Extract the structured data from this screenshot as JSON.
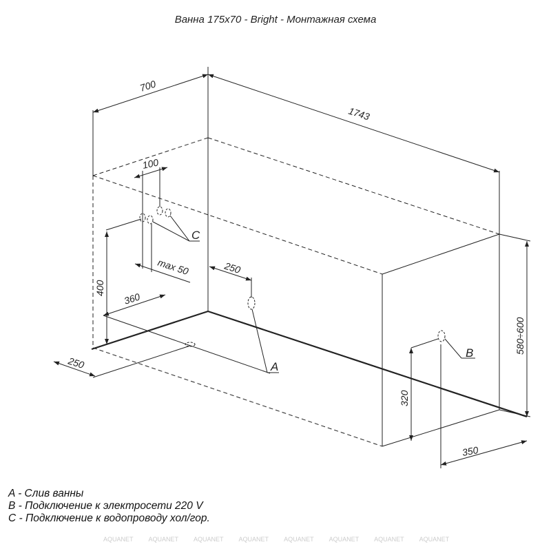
{
  "title": "Ванна 175x70 - Bright - Монтажная схема",
  "dimensions": {
    "width_depth": "700",
    "length": "1743",
    "pipe_spacing": "100",
    "max_offset": "max 50",
    "drain_offset": "250",
    "inlet_height": "400",
    "overflow_offset": "360",
    "overflow_depth": "250",
    "height_range": "580÷600",
    "electric_height": "320",
    "electric_offset": "350"
  },
  "points": {
    "a": "A",
    "b": "B",
    "c": "C"
  },
  "legend": [
    "A - Слив ванны",
    "B - Подключение к электросети 220 V",
    "C - Подключение к водопроводу хол/гор."
  ],
  "watermark": "AQUANET"
}
